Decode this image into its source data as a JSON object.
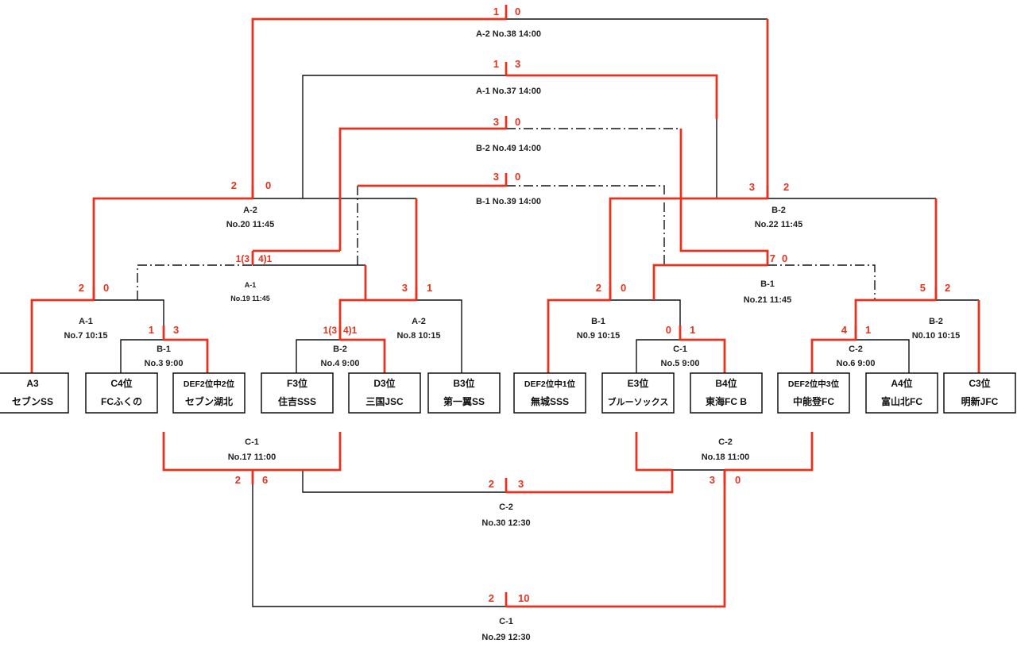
{
  "colors": {
    "win": "#e8321e",
    "lose": "#111111",
    "score": "#e8321e"
  },
  "teams": [
    {
      "seed": "A3",
      "name": "セブンSS"
    },
    {
      "seed": "C4位",
      "name": "FCふくの"
    },
    {
      "seed": "DEF2位中2位",
      "name": "セブン湖北"
    },
    {
      "seed": "F3位",
      "name": "住吉SSS"
    },
    {
      "seed": "D3位",
      "name": "三国JSC"
    },
    {
      "seed": "B3位",
      "name": "第一翼SS"
    },
    {
      "seed": "DEF2位中1位",
      "name": "無城SSS"
    },
    {
      "seed": "E3位",
      "name": "ブルーソックス"
    },
    {
      "seed": "B4位",
      "name": "東海FC B"
    },
    {
      "seed": "DEF2位中3位",
      "name": "中能登FC"
    },
    {
      "seed": "A4位",
      "name": "富山北FC"
    },
    {
      "seed": "C3位",
      "name": "明新JFC"
    }
  ],
  "matches": {
    "m3": {
      "court": "B-1",
      "info": "No.3 9:00",
      "left": "1",
      "right": "3"
    },
    "m4": {
      "court": "B-2",
      "info": "No.4 9:00",
      "left": "1(3",
      "right": "4)1"
    },
    "m5": {
      "court": "C-1",
      "info": "No.5 9:00",
      "left": "0",
      "right": "1"
    },
    "m6": {
      "court": "C-2",
      "info": "No.6 9:00",
      "left": "4",
      "right": "1"
    },
    "m7": {
      "court": "A-1",
      "info": "No.7 10:15",
      "left": "2",
      "right": "0"
    },
    "m8": {
      "court": "A-2",
      "info": "No.8 10:15",
      "left": "3",
      "right": "1"
    },
    "m9": {
      "court": "B-1",
      "info": "N0.9 10:15",
      "left": "2",
      "right": "0"
    },
    "m10": {
      "court": "B-2",
      "info": "N0.10 10:15",
      "left": "5",
      "right": "2"
    },
    "m19": {
      "court": "A-1",
      "info": "No.19 11:45",
      "left": "1(3",
      "right": "4)1"
    },
    "m20": {
      "court": "A-2",
      "info": "No.20 11:45",
      "left": "2",
      "right": "0"
    },
    "m21": {
      "court": "B-1",
      "info": "No.21 11:45",
      "left": "7",
      "right": "0"
    },
    "m22": {
      "court": "B-2",
      "info": "No.22 11:45",
      "left": "3",
      "right": "2"
    },
    "m37": {
      "label": "A-1 No.37 14:00",
      "left": "1",
      "right": "3"
    },
    "m38": {
      "label": "A-2 No.38 14:00",
      "left": "1",
      "right": "0"
    },
    "m39": {
      "label": "B-1 No.39 14:00",
      "left": "3",
      "right": "0"
    },
    "m49": {
      "label": "B-2 No.49 14:00",
      "left": "3",
      "right": "0"
    },
    "m17": {
      "court": "C-1",
      "info": "No.17 11:00",
      "left": "2",
      "right": "6"
    },
    "m18": {
      "court": "C-2",
      "info": "No.18 11:00",
      "left": "3",
      "right": "0"
    },
    "m30": {
      "court": "C-2",
      "info": "No.30 12:30",
      "left": "2",
      "right": "3"
    },
    "m29": {
      "court": "C-1",
      "info": "No.29 12:30",
      "left": "2",
      "right": "10"
    }
  }
}
